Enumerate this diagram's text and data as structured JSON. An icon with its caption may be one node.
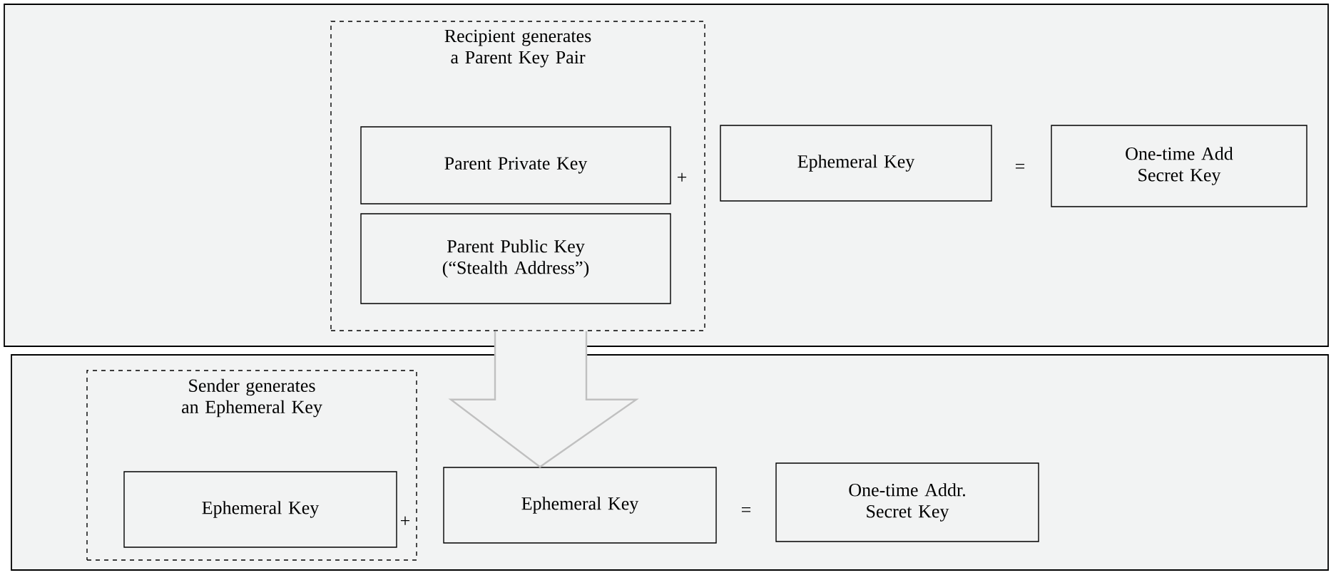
{
  "diagram": {
    "nodes": [
      {
        "text": [],
        "shape": "box"
      },
      {
        "text": [
          "Recipient generates a Parent Key Pair"
        ],
        "in": 0
      },
      {
        "text": [
          "Parent Private Key"
        ],
        "in": 1
      },
      {
        "text": [
          "Parent Public Key (“Stealth Address”)"
        ],
        "in": 1
      },
      {
        "text": [
          "Ephemeral Key"
        ],
        "in": 0
      },
      {
        "text": [
          "One-time Add Secret Key"
        ],
        "in": 0
      },
      {
        "text": [],
        "shape": "box"
      },
      {
        "text": [
          "Sender generates an Ephemeral Key"
        ],
        "in": 6
      },
      {
        "text": [
          "Ephemeral Key"
        ],
        "in": 7
      },
      {
        "text": [
          "Ephemeral Key"
        ],
        "in": 6
      },
      {
        "text": [
          "One-time Addr. Secret Key"
        ],
        "in": 6
      }
    ],
    "edges": [
      {
        "from": 1,
        "to": 9,
        "arrow": "to",
        "color": "#c0c0c0"
      }
    ],
    "labels": [
      "+",
      "=",
      "+",
      "="
    ]
  }
}
